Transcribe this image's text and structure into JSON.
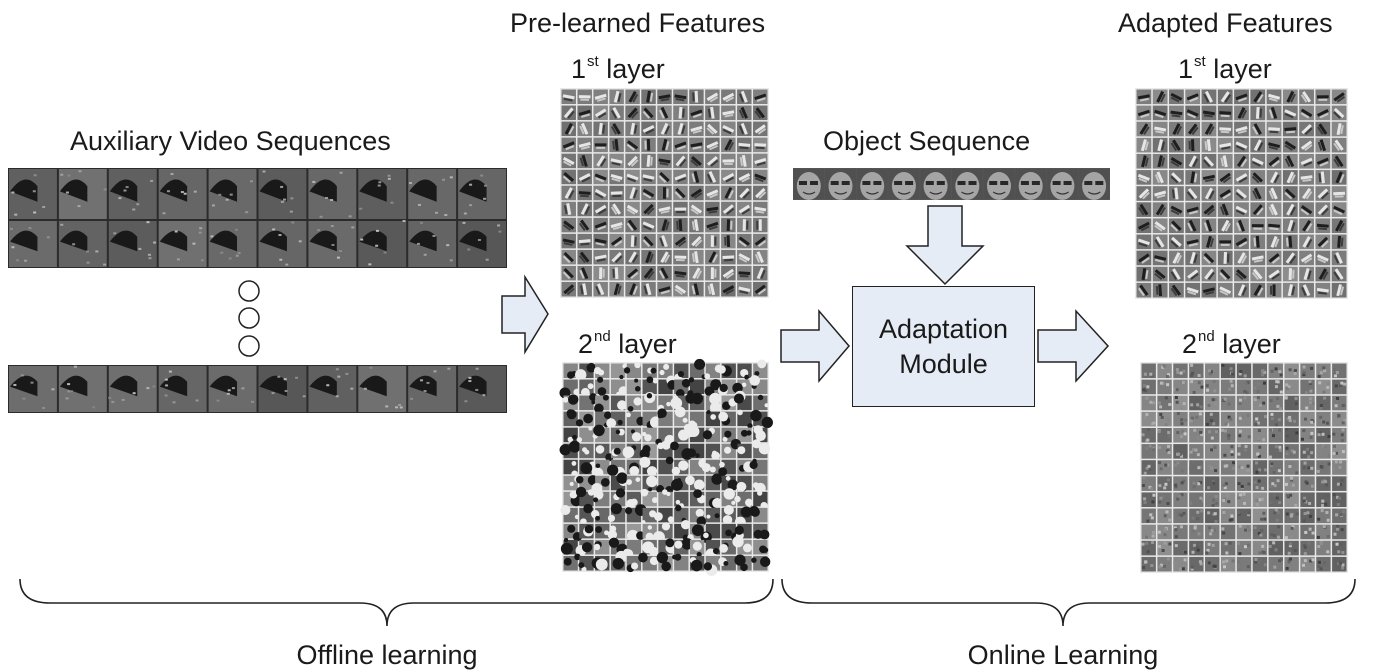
{
  "titles": {
    "pre_learned": "Pre-learned Features",
    "adapted": "Adapted Features",
    "auxiliary": "Auxiliary Video Sequences",
    "object_sequence": "Object Sequence"
  },
  "layers": {
    "first_num": "1",
    "first_sup": "st",
    "second_num": "2",
    "second_sup": "nd",
    "word": "layer"
  },
  "module": {
    "line1": "Adaptation",
    "line2": "Module"
  },
  "sections": {
    "offline": "Offline learning",
    "online": "Online Learning"
  }
}
